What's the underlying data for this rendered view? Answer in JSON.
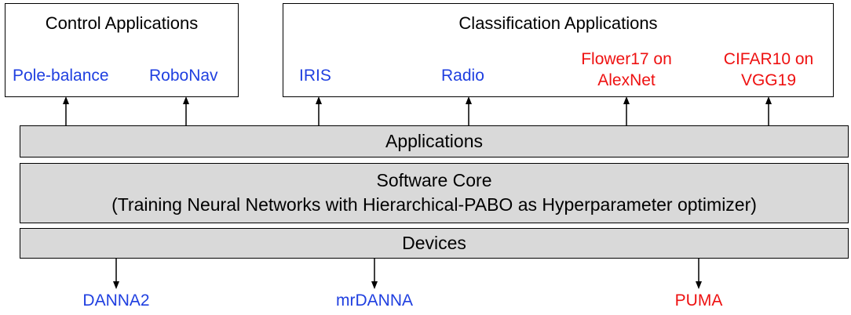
{
  "control_box": {
    "title": "Control Applications",
    "apps": [
      "Pole-balance",
      "RoboNav"
    ]
  },
  "classification_box": {
    "title": "Classification Applications",
    "apps": [
      {
        "line1": "IRIS",
        "line2": ""
      },
      {
        "line1": "Radio",
        "line2": ""
      },
      {
        "line1": "Flower17 on",
        "line2": "AlexNet"
      },
      {
        "line1": "CIFAR10 on",
        "line2": "VGG19"
      }
    ]
  },
  "layers": {
    "applications": "Applications",
    "software_core_line1": "Software Core",
    "software_core_line2": "(Training Neural Networks with Hierarchical-PABO as Hyperparameter optimizer)",
    "devices": "Devices"
  },
  "devices": [
    "DANNA2",
    "mrDANNA",
    "PUMA"
  ],
  "colors": {
    "blue_label": "#1f3fe0",
    "red_label": "#ee1111",
    "layer_fill": "#d9d9d9"
  }
}
